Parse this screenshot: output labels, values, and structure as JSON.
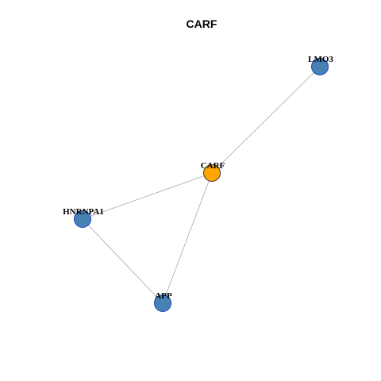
{
  "title": "CARF",
  "nodes": [
    {
      "id": "CARF",
      "label": "CARF",
      "color": "#FFA500",
      "border": "#333333"
    },
    {
      "id": "LMO3",
      "label": "LMO3",
      "color": "#4682B4",
      "border": "#1f3fbf"
    },
    {
      "id": "HNRNPA1",
      "label": "HNRNPA1",
      "color": "#4682B4",
      "border": "#1f3fbf"
    },
    {
      "id": "APP",
      "label": "APP",
      "color": "#4682B4",
      "border": "#1f3fbf"
    }
  ],
  "edges": [
    {
      "source": "CARF",
      "target": "LMO3"
    },
    {
      "source": "CARF",
      "target": "HNRNPA1"
    },
    {
      "source": "CARF",
      "target": "APP"
    },
    {
      "source": "HNRNPA1",
      "target": "APP"
    }
  ],
  "colors": {
    "edge": "#aaaaaa",
    "hub": "#FFA500",
    "neighbor": "#4682B4"
  }
}
